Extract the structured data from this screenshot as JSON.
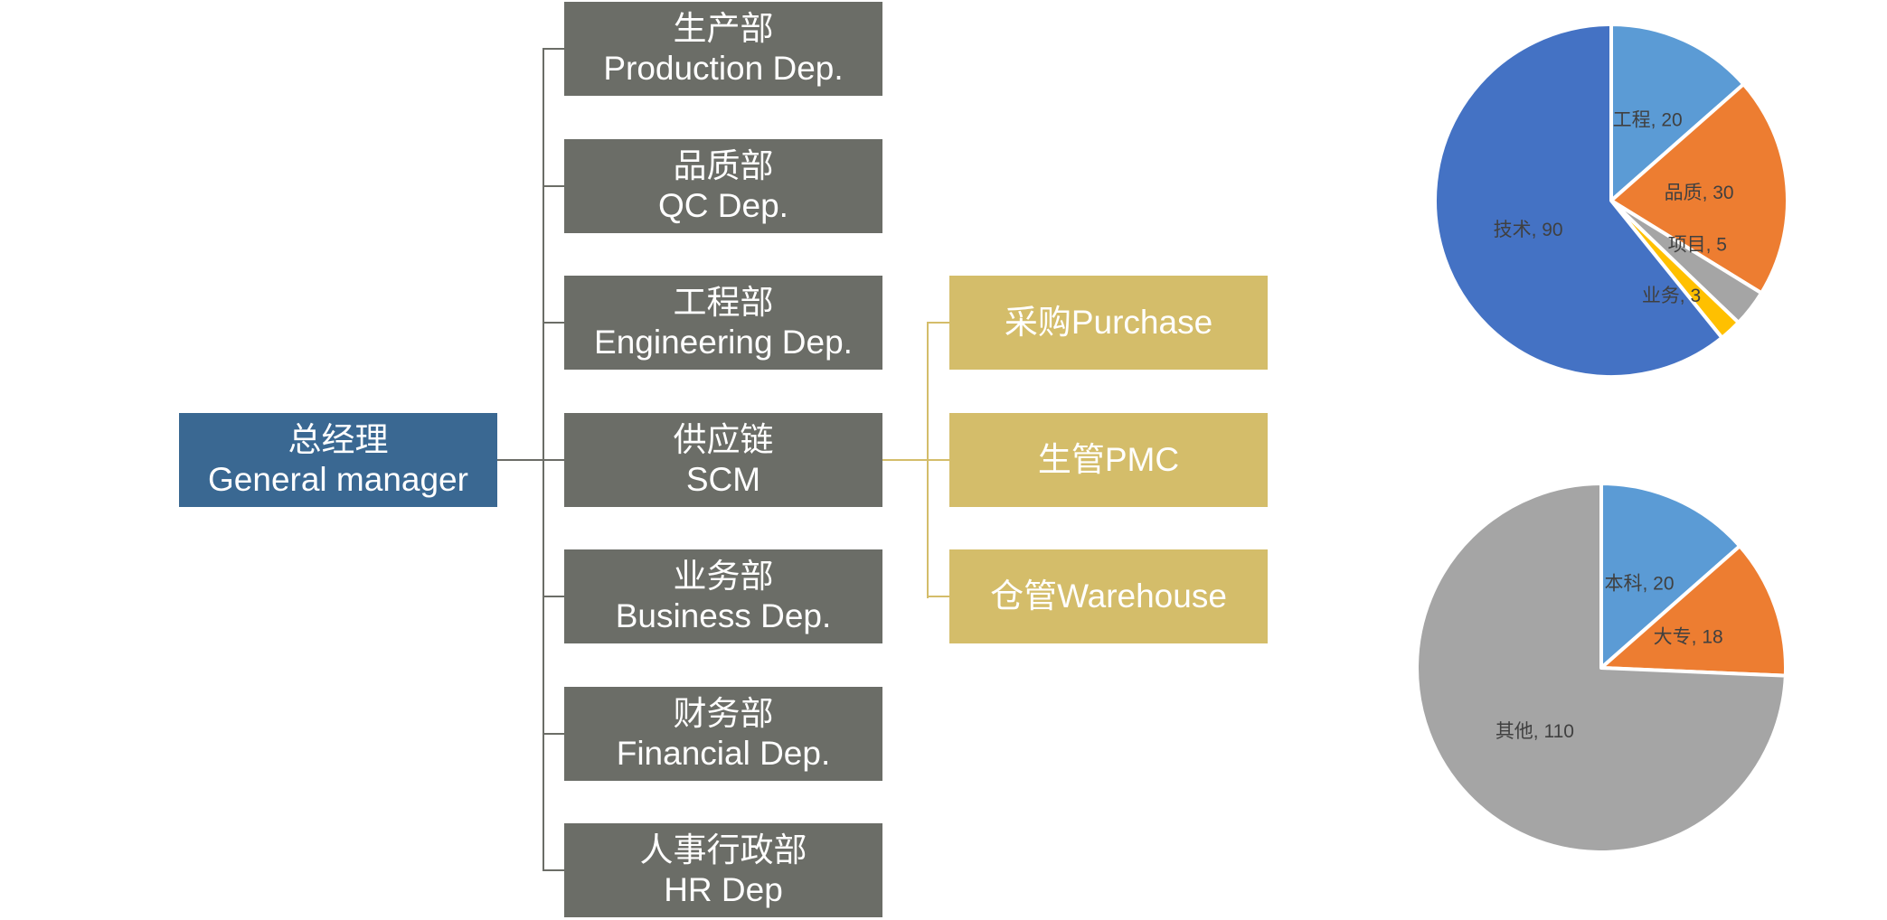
{
  "org_chart": {
    "root": {
      "zh": "总经理",
      "en": "General manager"
    },
    "departments": [
      {
        "zh": "生产部",
        "en": "Production Dep."
      },
      {
        "zh": "品质部",
        "en": "QC Dep."
      },
      {
        "zh": "工程部",
        "en": "Engineering Dep."
      },
      {
        "zh": "供应链",
        "en": "SCM"
      },
      {
        "zh": "业务部",
        "en": "Business Dep."
      },
      {
        "zh": "财务部",
        "en": "Financial Dep."
      },
      {
        "zh": "人事行政部",
        "en": "HR Dep"
      }
    ],
    "scm_units": [
      "采购Purchase",
      "生管PMC",
      "仓管Warehouse"
    ]
  },
  "colors": {
    "root_box": "#3a6892",
    "dept_box": "#6b6d67",
    "scm_box": "#d4bd6a",
    "label_text": "#404040"
  },
  "chart_data": [
    {
      "type": "pie",
      "categories": [
        "工程",
        "品质",
        "项目",
        "业务",
        "技术"
      ],
      "values": [
        20,
        30,
        5,
        3,
        90
      ],
      "colors": [
        "#5b9bd5",
        "#ed7d31",
        "#a5a5a5",
        "#ffc000",
        "#4472c4"
      ],
      "data_labels": true,
      "legend": false
    },
    {
      "type": "pie",
      "categories": [
        "本科",
        "大专",
        "其他"
      ],
      "values": [
        20,
        18,
        110
      ],
      "colors": [
        "#5b9bd5",
        "#ed7d31",
        "#a5a5a5"
      ],
      "data_labels": true,
      "legend": false
    }
  ]
}
